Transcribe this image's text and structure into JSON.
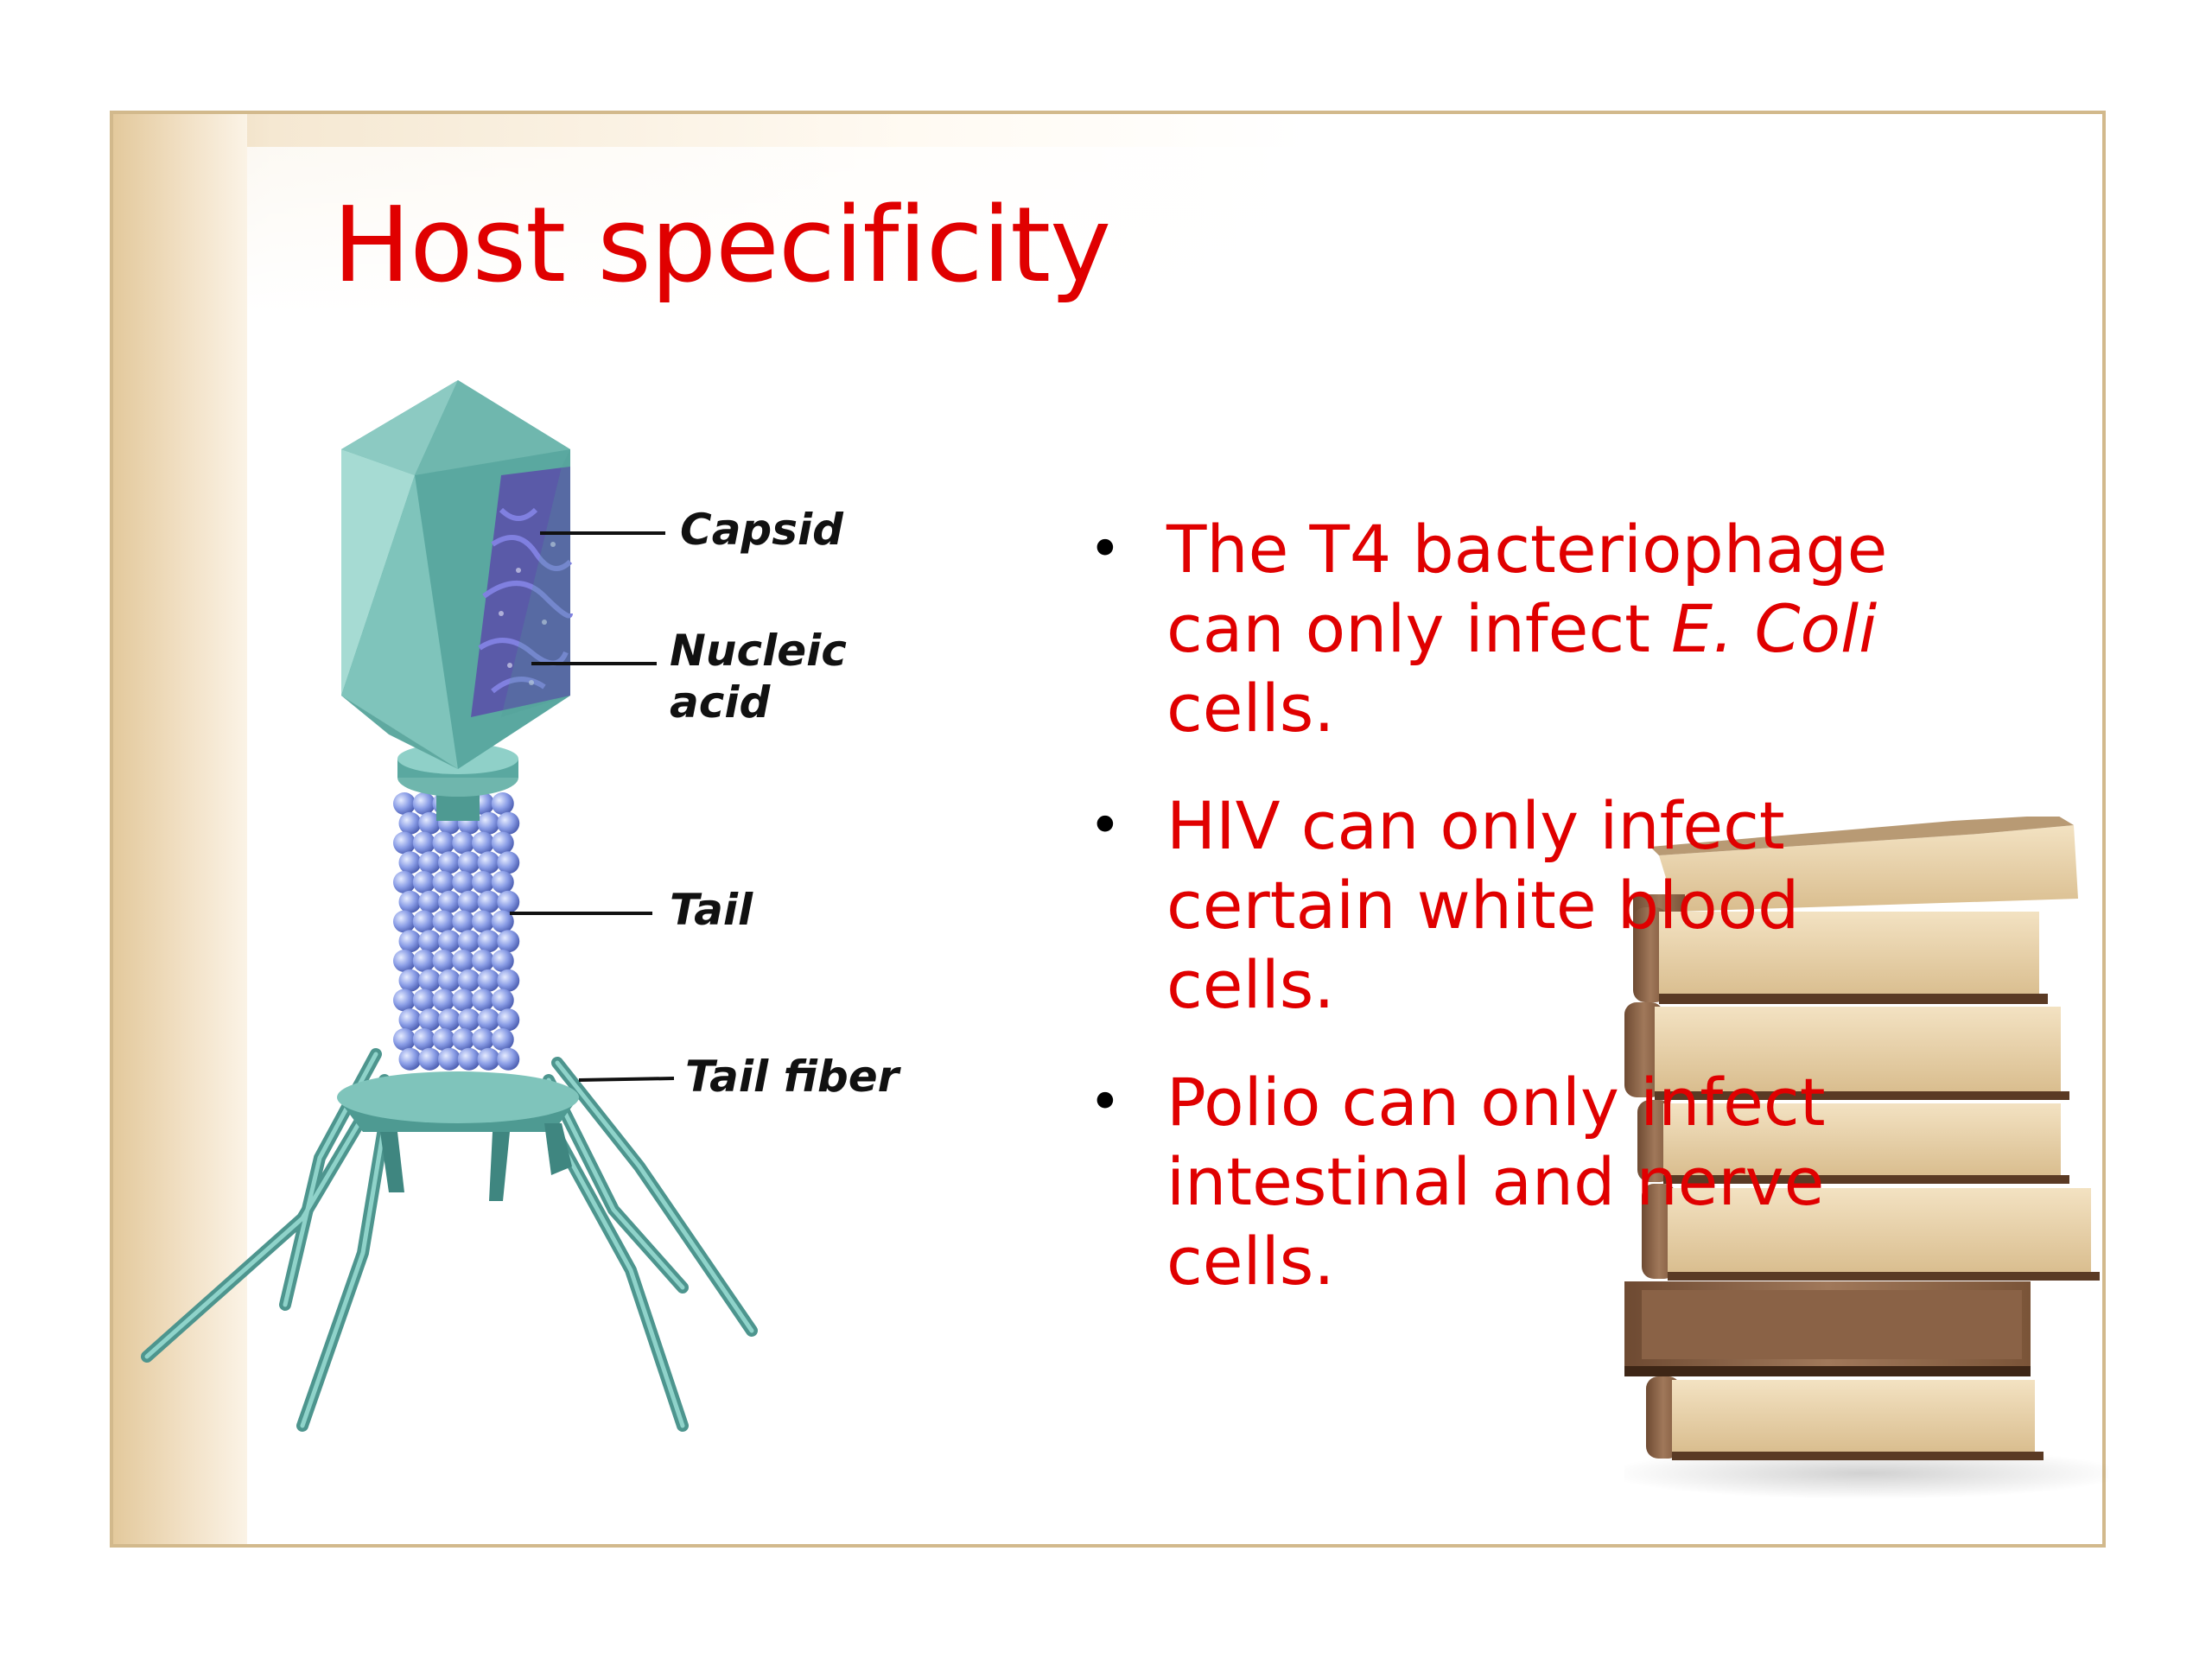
{
  "slide": {
    "title": "Host specificity",
    "bullets": [
      {
        "lines": [
          "The T4 bacteriophage",
          "can only infect ",
          "cells."
        ],
        "italic_part": "E. Coli"
      },
      {
        "lines": [
          "HIV can only infect",
          "certain white blood",
          "cells."
        ]
      },
      {
        "lines": [
          "Polio can only infect",
          "intestinal and nerve",
          "cells."
        ]
      }
    ]
  },
  "diagram": {
    "labels": {
      "capsid": "Capsid",
      "nucleic_line1": "Nucleic",
      "nucleic_line2": "acid",
      "tail": "Tail",
      "tail_fiber": "Tail fiber"
    }
  },
  "colors": {
    "title": "#e00000",
    "bullet_text": "#e00000",
    "frame_border": "#d2b98c",
    "phage_teal": "#5aa8a0",
    "tail_beads": "#8aa0e8"
  },
  "icons": {
    "bullet": "bullet-dot",
    "phage": "bacteriophage-illustration",
    "books": "book-stack-image"
  }
}
